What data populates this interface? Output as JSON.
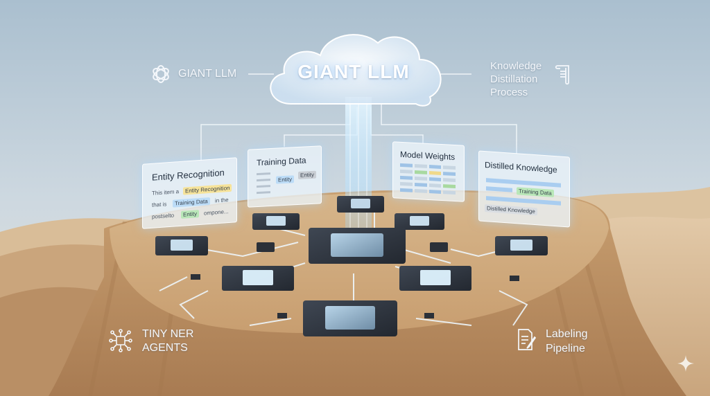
{
  "header": {
    "logo_label": "GIANT LLM",
    "cloud_label": "GIANT LLM",
    "process_label": [
      "Knowledge",
      "Distillation",
      "Process"
    ]
  },
  "panels": {
    "entity": {
      "title": "Entity Recognition",
      "line1": "This item a",
      "tag1": "Entity Recognition",
      "line2": "that is",
      "tag2": "Training Data",
      "line2b": "in the",
      "line3": "postselto",
      "tag3": "Entity",
      "line3b": "ompone..."
    },
    "training": {
      "title": "Training Data",
      "tag1": "Entity",
      "tag2": "Entity"
    },
    "weights": {
      "title": "Model Weights"
    },
    "distilled": {
      "title": "Distilled Knowledge",
      "tag1": "Training Data",
      "tag2": "Distilled Knowledge"
    }
  },
  "footer": {
    "agents_label": [
      "TINY NER",
      "AGENTS"
    ],
    "pipeline_label": [
      "Labeling",
      "Pipeline"
    ]
  },
  "icons": [
    "llm-logo-icon",
    "scroll-icon",
    "network-chip-icon",
    "document-pen-icon",
    "sparkle-icon"
  ],
  "colors": {
    "sky": "#b9cbd9",
    "sand": "#cfa77a",
    "glow": "#a8dcff",
    "chip": "#2f3640"
  }
}
